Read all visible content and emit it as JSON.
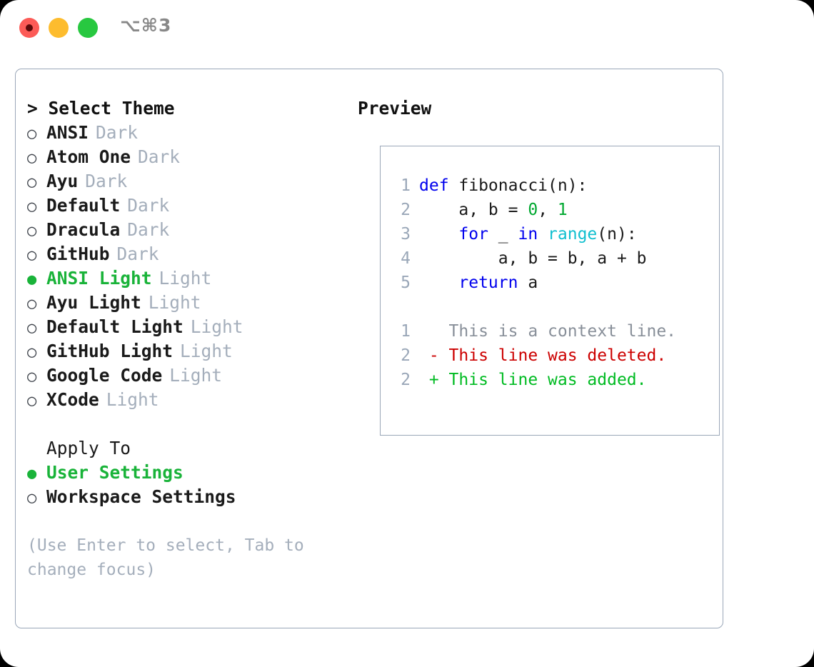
{
  "titlebar": {
    "shortcut": "⌥⌘3",
    "buttons": [
      {
        "name": "close",
        "color": "#fc5b57"
      },
      {
        "name": "minimize",
        "color": "#fdbc2e"
      },
      {
        "name": "zoom",
        "color": "#28c840"
      }
    ]
  },
  "theme_picker": {
    "header": "> Select Theme",
    "items": [
      {
        "marker": "○",
        "name": "ANSI",
        "category": "Dark",
        "selected": false
      },
      {
        "marker": "○",
        "name": "Atom One",
        "category": "Dark",
        "selected": false
      },
      {
        "marker": "○",
        "name": "Ayu",
        "category": "Dark",
        "selected": false
      },
      {
        "marker": "○",
        "name": "Default",
        "category": "Dark",
        "selected": false
      },
      {
        "marker": "○",
        "name": "Dracula",
        "category": "Dark",
        "selected": false
      },
      {
        "marker": "○",
        "name": "GitHub",
        "category": "Dark",
        "selected": false
      },
      {
        "marker": "●",
        "name": "ANSI Light",
        "category": "Light",
        "selected": true
      },
      {
        "marker": "○",
        "name": "Ayu Light",
        "category": "Light",
        "selected": false
      },
      {
        "marker": "○",
        "name": "Default Light",
        "category": "Light",
        "selected": false
      },
      {
        "marker": "○",
        "name": "GitHub Light",
        "category": "Light",
        "selected": false
      },
      {
        "marker": "○",
        "name": "Google Code",
        "category": "Light",
        "selected": false
      },
      {
        "marker": "○",
        "name": "XCode",
        "category": "Light",
        "selected": false
      }
    ]
  },
  "apply_to": {
    "header": "Apply To",
    "items": [
      {
        "marker": "●",
        "label": "User Settings",
        "selected": true
      },
      {
        "marker": "○",
        "label": "Workspace Settings",
        "selected": false
      }
    ]
  },
  "hint": "(Use Enter to select, Tab to change focus)",
  "preview": {
    "header": "Preview",
    "code_lines": [
      {
        "no": "1",
        "tokens": [
          {
            "t": "def",
            "c": "kw"
          },
          {
            "t": " fibonacci(n):",
            "c": "plain"
          }
        ]
      },
      {
        "no": "2",
        "tokens": [
          {
            "t": "    a, b = ",
            "c": "plain"
          },
          {
            "t": "0",
            "c": "num"
          },
          {
            "t": ", ",
            "c": "plain"
          },
          {
            "t": "1",
            "c": "num"
          }
        ]
      },
      {
        "no": "3",
        "tokens": [
          {
            "t": "    ",
            "c": "plain"
          },
          {
            "t": "for",
            "c": "kw"
          },
          {
            "t": " _ ",
            "c": "plain"
          },
          {
            "t": "in",
            "c": "kw"
          },
          {
            "t": " ",
            "c": "plain"
          },
          {
            "t": "range",
            "c": "fn"
          },
          {
            "t": "(n):",
            "c": "plain"
          }
        ]
      },
      {
        "no": "4",
        "tokens": [
          {
            "t": "        a, b = b, a + b",
            "c": "plain"
          }
        ]
      },
      {
        "no": "5",
        "tokens": [
          {
            "t": "    ",
            "c": "plain"
          },
          {
            "t": "return",
            "c": "kw"
          },
          {
            "t": " a",
            "c": "plain"
          }
        ]
      }
    ],
    "diff_lines": [
      {
        "no": "1",
        "marker": " ",
        "text": "This is a context line.",
        "kind": "ctx"
      },
      {
        "no": "2",
        "marker": "-",
        "text": "This line was deleted.",
        "kind": "del"
      },
      {
        "no": "2",
        "marker": "+",
        "text": "This line was added.",
        "kind": "add"
      }
    ]
  },
  "colors": {
    "accent_green": "#19b339",
    "border": "#9aa7b8",
    "muted": "#a4aebb",
    "keyword": "#0000ee",
    "function": "#0fbfcf",
    "number": "#00a830",
    "diff_delete": "#cc0000",
    "diff_add": "#00bb22"
  }
}
